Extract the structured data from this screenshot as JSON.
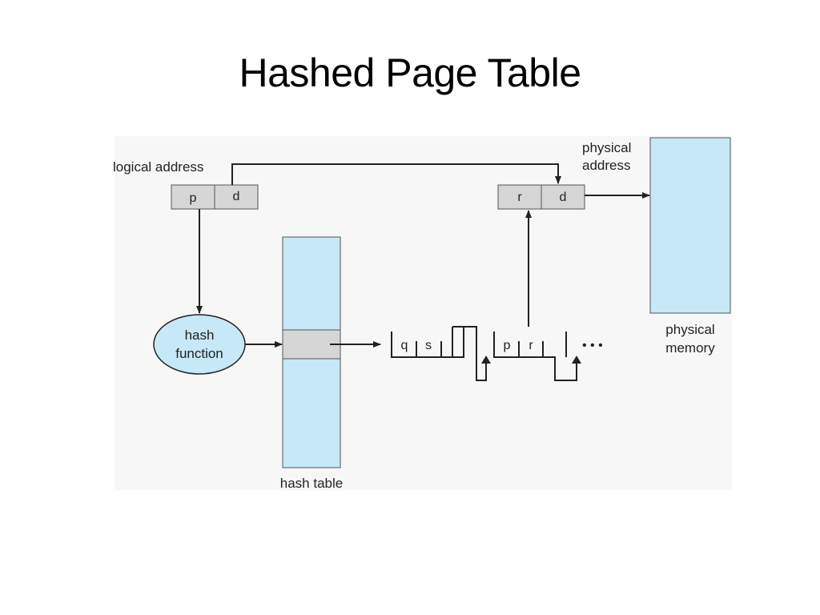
{
  "slide": {
    "title": "Hashed Page Table"
  },
  "diagram": {
    "logical_address": {
      "label": "logical address",
      "fields": [
        "p",
        "d"
      ]
    },
    "physical_address": {
      "label_line1": "physical",
      "label_line2": "address",
      "fields": [
        "r",
        "d"
      ]
    },
    "hash_function": {
      "label_line1": "hash",
      "label_line2": "function"
    },
    "hash_table": {
      "label": "hash table"
    },
    "physical_memory": {
      "label_line1": "physical",
      "label_line2": "memory"
    },
    "chain": {
      "node1": [
        "q",
        "s"
      ],
      "node2": [
        "p",
        "r"
      ],
      "ellipsis": "• • •"
    },
    "colors": {
      "background_panel": "#f7f7f7",
      "light_blue": "#c7e8f7",
      "cell_gray": "#d6d6d6",
      "stroke": "#222222"
    }
  }
}
